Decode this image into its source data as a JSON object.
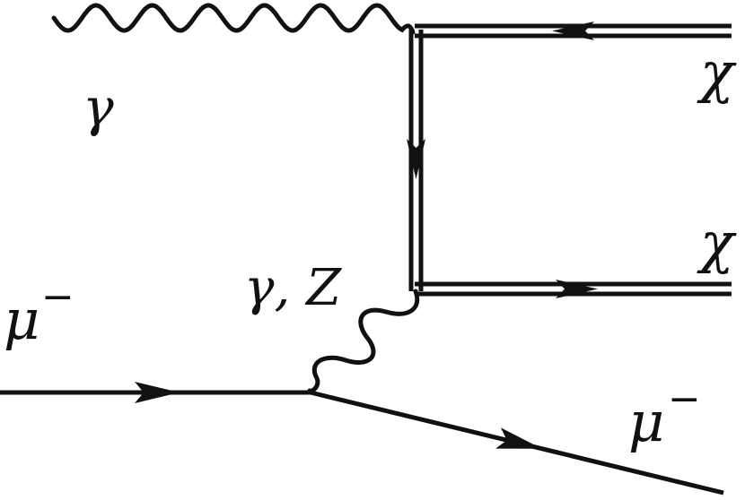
{
  "diagram": {
    "kind": "feynman-diagram",
    "labels": {
      "incoming_photon": "γ",
      "chi_top": "χ",
      "chi_bottom": "χ",
      "exchange_boson": "γ, Z",
      "muon_in": "μ",
      "muon_in_charge": "−",
      "muon_out": "μ",
      "muon_out_charge": "−"
    },
    "lines": [
      {
        "name": "photon-incoming",
        "style": "wavy"
      },
      {
        "name": "chi-propagator-top",
        "style": "double",
        "arrow": "left"
      },
      {
        "name": "chi-propagator-vertical",
        "style": "double",
        "arrow": "down"
      },
      {
        "name": "chi-propagator-bottom",
        "style": "double",
        "arrow": "right"
      },
      {
        "name": "gamma-z-propagator",
        "style": "wavy"
      },
      {
        "name": "muon-incoming",
        "style": "solid",
        "arrow": "right"
      },
      {
        "name": "muon-outgoing",
        "style": "solid",
        "arrow": "right"
      }
    ],
    "colors": {
      "ink": "#111111",
      "background": "#ffffff"
    }
  }
}
